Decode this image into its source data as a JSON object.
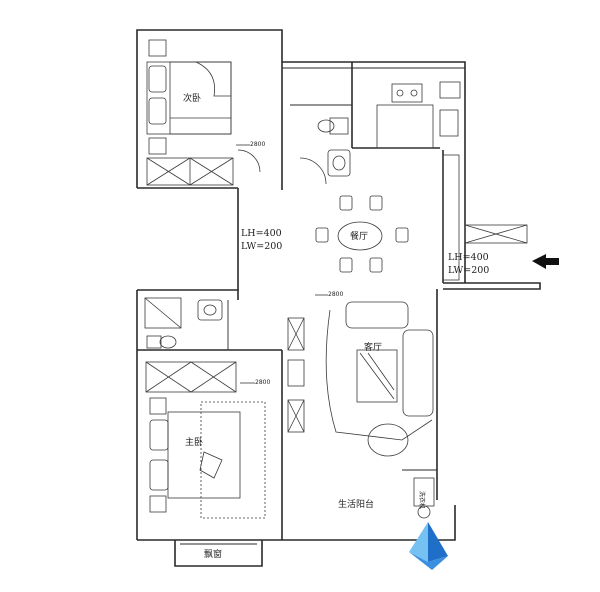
{
  "rooms": {
    "second_bedroom": "次卧",
    "dining": "餐厅",
    "living": "客厅",
    "master_bedroom": "主卧",
    "balcony": "生活阳台",
    "bay_window": "飘窗"
  },
  "appliance_label": "洗衣机",
  "dimensions": {
    "left_lh": "LH=400",
    "left_lw": "LW=200",
    "right_lh": "LH=400",
    "right_lw": "LW=200"
  },
  "elevations": {
    "second_bedroom": "2800",
    "corridor": "2800",
    "master_bedroom": "2800"
  },
  "entrance_icon": "left-arrow-icon",
  "logo_icon": "blue-prism-logo-icon",
  "colors": {
    "wall": "#2a2a2a",
    "logo_dark": "#1f6fc9",
    "logo_light": "#74c1f2",
    "arrow": "#111111"
  }
}
